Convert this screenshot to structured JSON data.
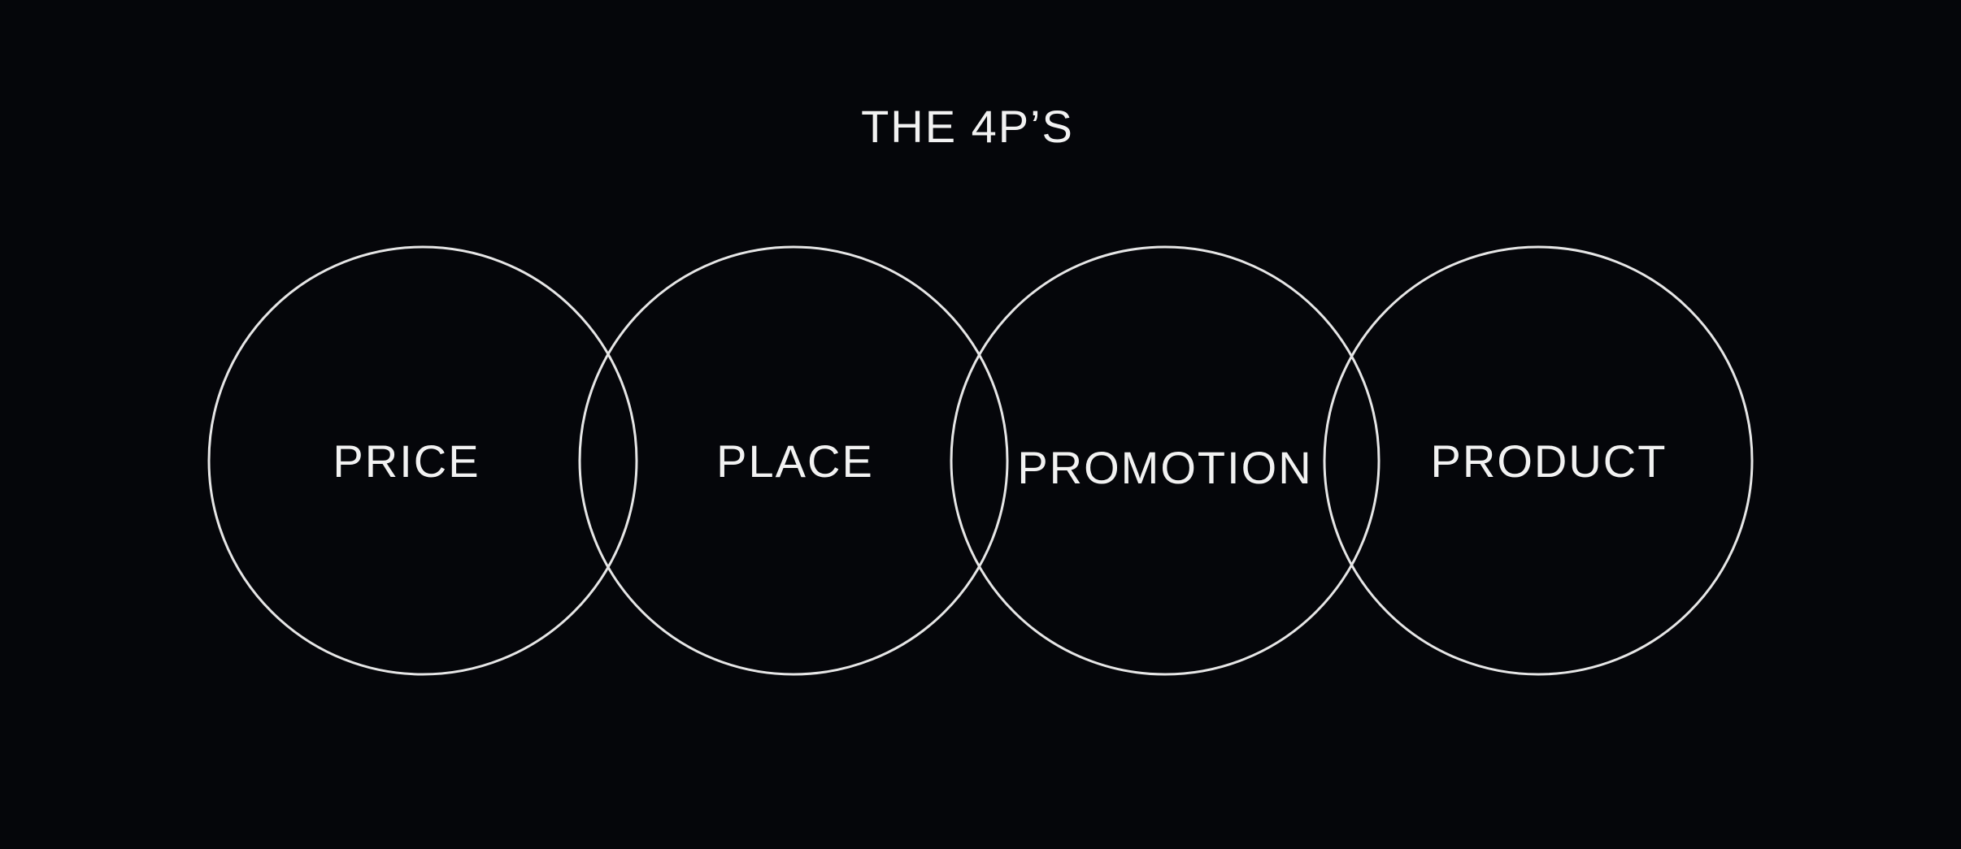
{
  "title": "THE 4P’S",
  "circles": [
    {
      "label": "PRICE"
    },
    {
      "label": "PLACE"
    },
    {
      "label": "PROMOTION"
    },
    {
      "label": "PRODUCT"
    }
  ],
  "colors": {
    "background": "#05060a",
    "stroke": "#e6e6e6",
    "text": "#f2f2f2"
  }
}
